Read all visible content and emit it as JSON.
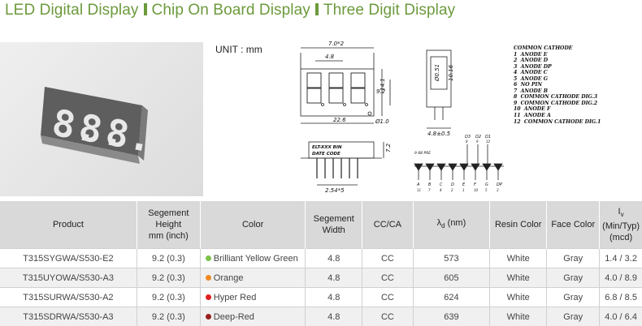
{
  "title": {
    "part1": "LED Digital Display",
    "part2": "Chip On Board Display",
    "part3": "Three Digit Display",
    "color": "#6c9a3c"
  },
  "unit_label": "UNIT : mm",
  "drawing": {
    "dim_width_top": "7.0*2",
    "dim_pitch": "4.8",
    "dim_digit_height": "9.2",
    "dim_height": "14.1",
    "dim_width": "22.6",
    "dim_hole": "Ø1.0",
    "side_dim_1": "Ø0.51",
    "side_dim_2": "10.16",
    "side_dim_bottom": "4.8±0.5",
    "label_line1": "ELT-XXX BIN",
    "label_line2": "DATE    CODE",
    "dim_side_height": "7.2",
    "dim_pin_pitch": "2.54*5",
    "circuit_top_pins": [
      {
        "label": "D3",
        "num": "8"
      },
      {
        "label": "D2",
        "num": "9"
      },
      {
        "label": "D1",
        "num": "12"
      }
    ],
    "circuit_segments": [
      "A",
      "B",
      "C",
      "D",
      "E",
      "F",
      "G",
      "DP"
    ],
    "circuit_pin_nums": [
      "11",
      "7",
      "4",
      "2",
      "1",
      "10",
      "5",
      "3"
    ],
    "circuit_top_segment_labels": "9 88 PRE"
  },
  "pin_list": {
    "title": "COMMON CATHODE",
    "items": [
      "1  ANODE E",
      "2  ANODE D",
      "3  ANODE DP",
      "4  ANODE C",
      "5  ANODE G",
      "6  NO PIN",
      "7  ANODE B",
      "8  COMMON CATHODE DIG.3",
      "9  COMMON CATHODE DIG.2",
      "10  ANODE F",
      "11  ANODE A",
      "12  COMMON CATHODE DIG.1"
    ]
  },
  "table": {
    "headers": {
      "product": "Product",
      "segment_height_1": "Segement",
      "segment_height_2": "Height",
      "segment_height_3": "mm (inch)",
      "color": "Color",
      "segment_width_1": "Segement",
      "segment_width_2": "Width",
      "cc_ca": "CC/CA",
      "lambda": "λ",
      "lambda_sub": "d",
      "lambda_unit": " (nm)",
      "resin_color": "Resin Color",
      "face_color": "Face Color",
      "iv": "I",
      "iv_sub": "v",
      "iv_2": "(Min/Typ)",
      "iv_3": "(mcd)"
    },
    "rows": [
      {
        "product": "T315SYGWA/S530-E2",
        "height": "9.2 (0.3)",
        "dot": "#7dc24a",
        "color": "Brilliant Yellow Green",
        "width": "4.8",
        "cc": "CC",
        "wl": "573",
        "resin": "White",
        "face": "Gray",
        "iv": "1.4 / 3.2"
      },
      {
        "product": "T315UYOWA/S530-A3",
        "height": "9.2 (0.3)",
        "dot": "#f08a24",
        "color": "Orange",
        "width": "4.8",
        "cc": "CC",
        "wl": "605",
        "resin": "White",
        "face": "Gray",
        "iv": "4.0 / 8.9"
      },
      {
        "product": "T315SURWA/S530-A2",
        "height": "9.2 (0.3)",
        "dot": "#e02020",
        "color": "Hyper Red",
        "width": "4.8",
        "cc": "CC",
        "wl": "624",
        "resin": "White",
        "face": "Gray",
        "iv": "6.8 / 8.5"
      },
      {
        "product": "T315SDRWA/S530-A3",
        "height": "9.2 (0.3)",
        "dot": "#9a2020",
        "color": "Deep-Red",
        "width": "4.8",
        "cc": "CC",
        "wl": "639",
        "resin": "White",
        "face": "Gray",
        "iv": "4.0 / 6.4"
      }
    ]
  }
}
